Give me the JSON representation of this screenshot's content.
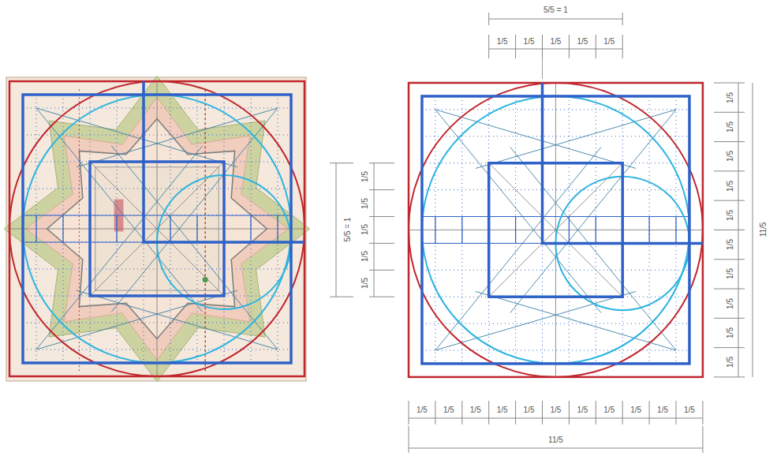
{
  "diagram": {
    "labels": [
      "5/5 = 1",
      "1/5",
      "1/5",
      "1/5",
      "1/5",
      "1/5",
      "1/5",
      "1/5",
      "1/5",
      "1/5",
      "1/5",
      "5/5 = 1",
      "1/5",
      "1/5",
      "1/5",
      "1/5",
      "1/5",
      "1/5",
      "1/5",
      "1/5",
      "1/5",
      "1/5",
      "11/5",
      "1/5",
      "1/5",
      "1/5",
      "1/5",
      "1/5",
      "1/5",
      "1/5",
      "1/5",
      "1/5",
      "1/5",
      "1/5",
      "11/5"
    ]
  }
}
